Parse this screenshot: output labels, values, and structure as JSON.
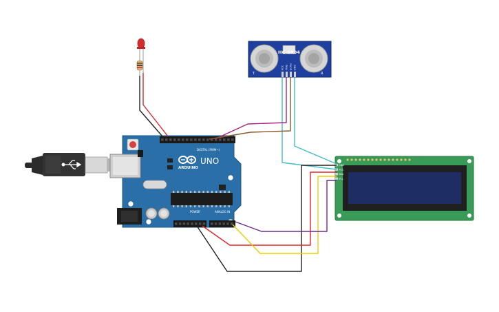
{
  "board": {
    "brand": "ARDUINO",
    "model": "UNO",
    "digital_label": "DIGITAL (PWM~)",
    "power_label": "POWER",
    "analog_label": "ANALOG IN",
    "color": "#2a6fa8"
  },
  "sensor": {
    "model": "HC-SR04",
    "left_mark": "T",
    "right_mark": "R",
    "color": "#1f3f9e",
    "pins": [
      "VCC",
      "TRIG",
      "ECHO",
      "GND"
    ]
  },
  "lcd": {
    "pins": [
      "GND",
      "VCC",
      "SDA",
      "SCL"
    ],
    "pcb_color": "#3a9a57",
    "screen_color": "#1e2d63"
  },
  "wire_colors": {
    "red": "#e0262c",
    "black": "#222222",
    "magenta": "#a8247c",
    "brown": "#8a5a2b",
    "cyan": "#42bcc9",
    "purple": "#6b2a8c",
    "yellow": "#f0cc00"
  }
}
